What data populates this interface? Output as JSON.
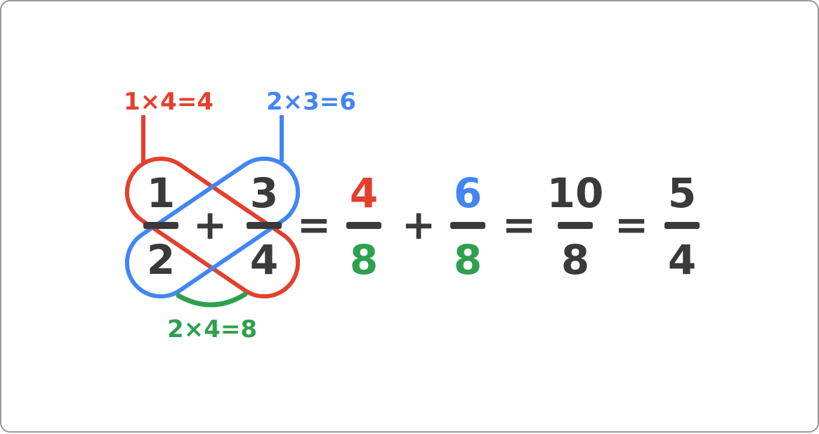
{
  "colors": {
    "red": "#e2402d",
    "blue": "#4285f4",
    "green": "#2ea04f",
    "dark": "#3a3a3a",
    "border": "#9a9a9a"
  },
  "annotations": {
    "red_product": "1×4=4",
    "blue_product": "2×3=6",
    "green_product": "2×4=8"
  },
  "equation": {
    "fractions": [
      {
        "num": "1",
        "den": "2"
      },
      {
        "num": "3",
        "den": "4"
      },
      {
        "num": "4",
        "den": "8"
      },
      {
        "num": "6",
        "den": "8"
      },
      {
        "num": "10",
        "den": "8"
      },
      {
        "num": "5",
        "den": "4"
      }
    ],
    "operators": [
      {
        "symbol": "+"
      },
      {
        "symbol": "="
      },
      {
        "symbol": "+"
      },
      {
        "symbol": "="
      },
      {
        "symbol": "="
      }
    ]
  }
}
